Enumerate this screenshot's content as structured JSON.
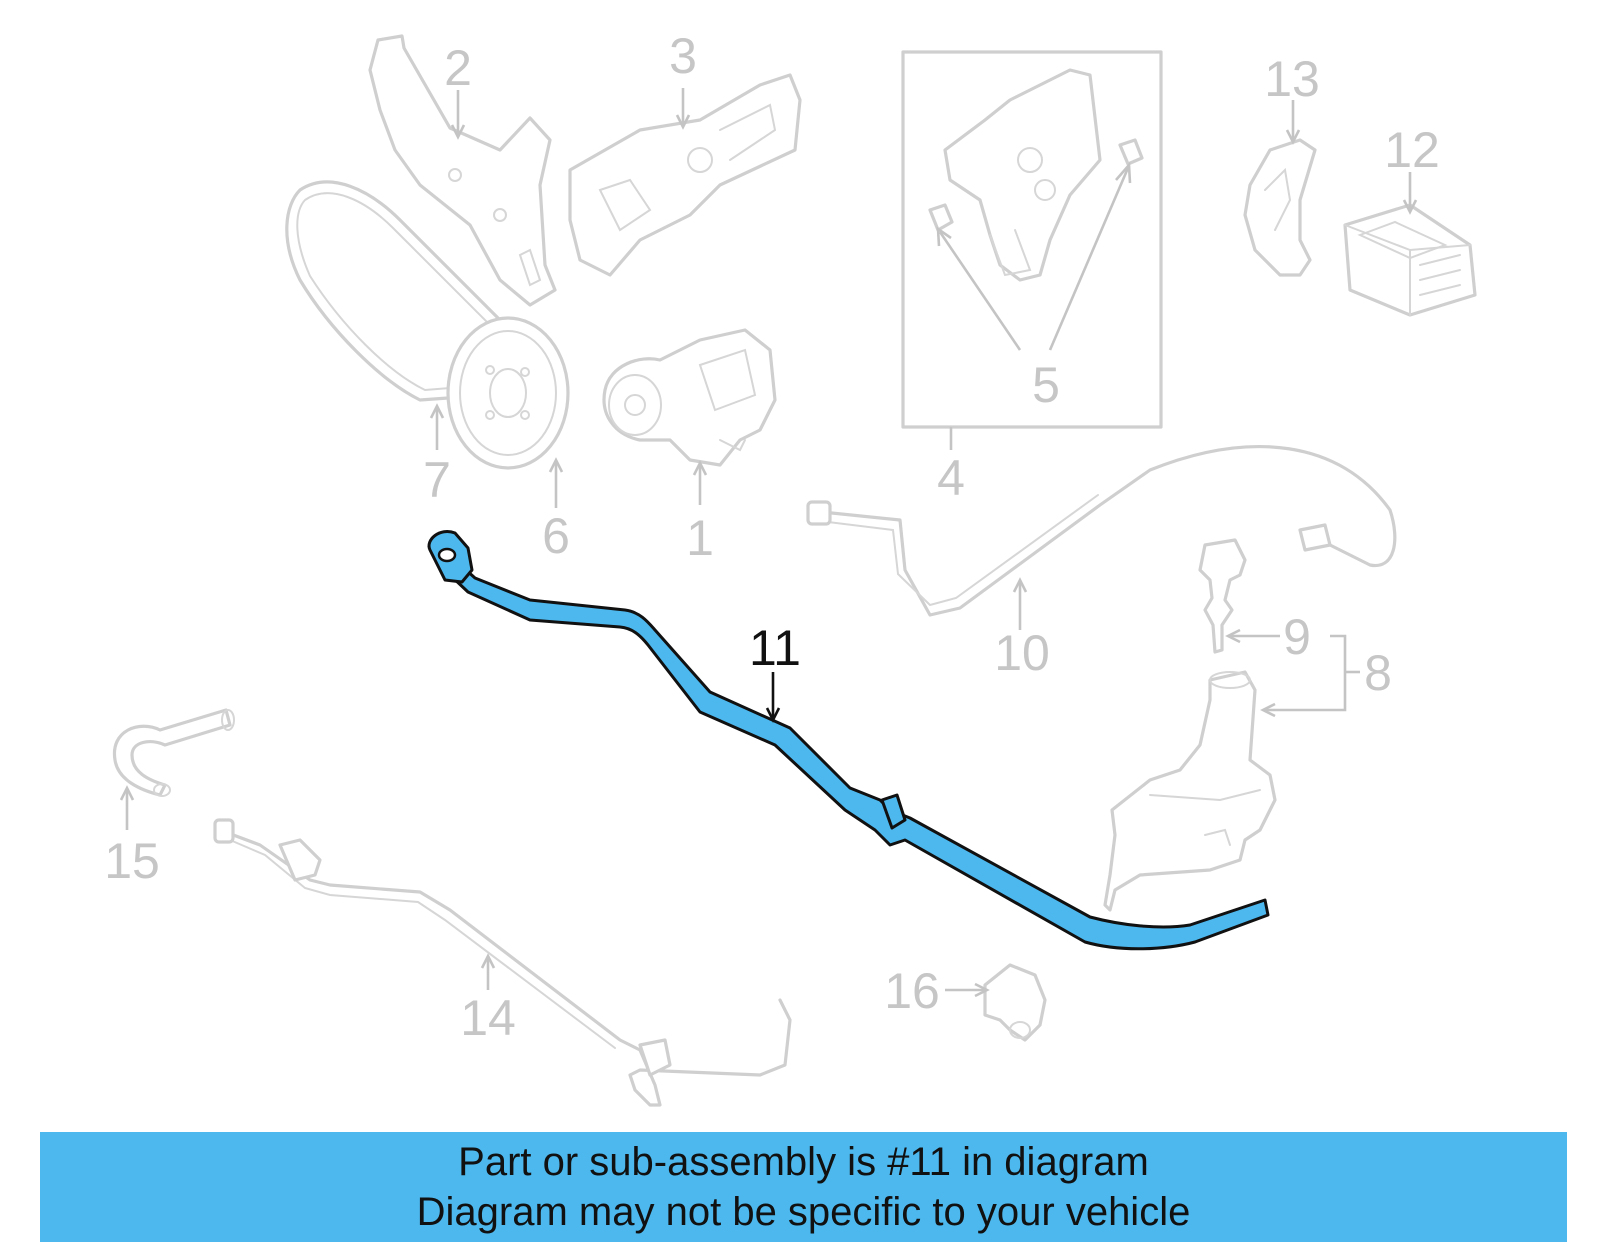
{
  "diagram": {
    "callouts": {
      "c1": "1",
      "c2": "2",
      "c3": "3",
      "c4": "4",
      "c5": "5",
      "c6": "6",
      "c7": "7",
      "c8": "8",
      "c9": "9",
      "c10": "10",
      "c11": "11",
      "c12": "12",
      "c13": "13",
      "c14": "14",
      "c15": "15",
      "c16": "16"
    },
    "highlighted_part": "11",
    "colors": {
      "highlight": "#4db8ee",
      "faded_parts": "#cfcfcf",
      "callout_faded": "#c6c6c6",
      "callout_active": "#111111"
    }
  },
  "banner": {
    "line1": "Part or sub-assembly is #11 in diagram",
    "line2": "Diagram may not be specific to your vehicle",
    "background": "#4db8ee"
  }
}
